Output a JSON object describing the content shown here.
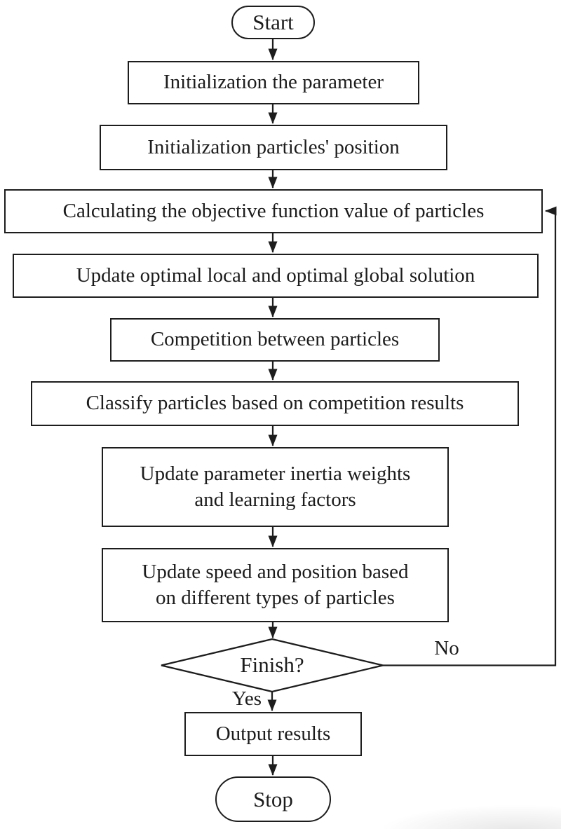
{
  "figure": {
    "type": "flowchart",
    "background": "#ffffff",
    "ink": "#1d1d1d"
  },
  "nodes": {
    "start": {
      "label": "Start",
      "shape": "terminator"
    },
    "init_parameter": {
      "label": "Initialization the parameter",
      "shape": "process"
    },
    "init_position": {
      "label": "Initialization particles' position",
      "shape": "process"
    },
    "calc_objective": {
      "label": "Calculating the objective function value of particles",
      "shape": "process"
    },
    "update_solution": {
      "label": "Update optimal local and optimal global solution",
      "shape": "process"
    },
    "competition": {
      "label": "Competition between particles",
      "shape": "process"
    },
    "classify": {
      "label": "Classify particles based on competition results",
      "shape": "process"
    },
    "update_weights": {
      "label": "Update parameter inertia weights and learning factors",
      "shape": "process"
    },
    "update_speed": {
      "label": "Update speed and position based on different types of particles",
      "shape": "process"
    },
    "finish": {
      "label": "Finish?",
      "shape": "decision"
    },
    "output": {
      "label": "Output results",
      "shape": "process"
    },
    "stop": {
      "label": "Stop",
      "shape": "terminator"
    }
  },
  "edge_labels": {
    "yes": "Yes",
    "no": "No"
  }
}
